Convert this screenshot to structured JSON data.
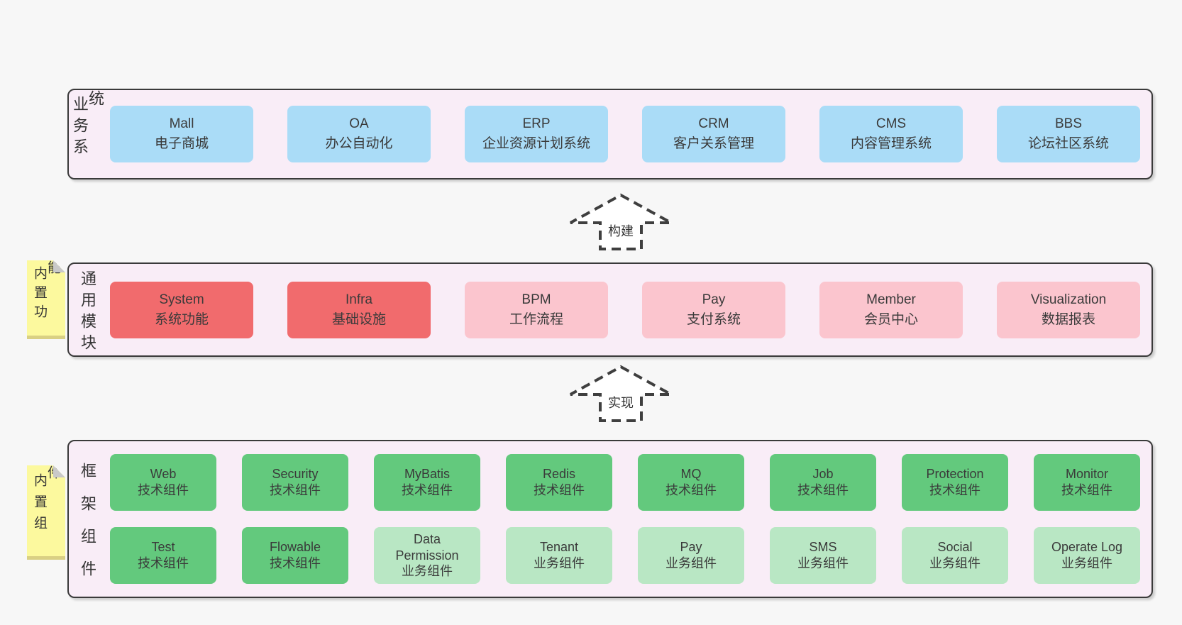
{
  "colors": {
    "page_bg": "#f7f7f7",
    "band_bg": "#f9edf7",
    "band_border": "#3a3a3a",
    "blue": "#aadcf7",
    "red": "#f16b6d",
    "pink": "#fbc5ce",
    "green": "#63c97d",
    "green_light": "#b9e7c4",
    "sticky_yellow": "#fcf99e",
    "text": "#3a3a3a"
  },
  "arrows": {
    "build": "构建",
    "implement": "实现"
  },
  "business": {
    "label": "业务系统",
    "boxes": [
      {
        "name": "Mall",
        "desc": "电子商城"
      },
      {
        "name": "OA",
        "desc": "办公自动化"
      },
      {
        "name": "ERP",
        "desc": "企业资源计划系统"
      },
      {
        "name": "CRM",
        "desc": "客户关系管理"
      },
      {
        "name": "CMS",
        "desc": "内容管理系统"
      },
      {
        "name": "BBS",
        "desc": "论坛社区系统"
      }
    ]
  },
  "modules": {
    "label": "通用模块",
    "sticky": "内置功能",
    "boxes": [
      {
        "name": "System",
        "desc": "系统功能"
      },
      {
        "name": "Infra",
        "desc": "基础设施"
      },
      {
        "name": "BPM",
        "desc": "工作流程"
      },
      {
        "name": "Pay",
        "desc": "支付系统"
      },
      {
        "name": "Member",
        "desc": "会员中心"
      },
      {
        "name": "Visualization",
        "desc": "数据报表"
      }
    ]
  },
  "components": {
    "label": "框架组件",
    "sticky": "内置组件",
    "row1": [
      {
        "name": "Web",
        "desc": "技术组件"
      },
      {
        "name": "Security",
        "desc": "技术组件"
      },
      {
        "name": "MyBatis",
        "desc": "技术组件"
      },
      {
        "name": "Redis",
        "desc": "技术组件"
      },
      {
        "name": "MQ",
        "desc": "技术组件"
      },
      {
        "name": "Job",
        "desc": "技术组件"
      },
      {
        "name": "Protection",
        "desc": "技术组件"
      },
      {
        "name": "Monitor",
        "desc": "技术组件"
      }
    ],
    "row2": [
      {
        "name": "Test",
        "desc": "技术组件"
      },
      {
        "name": "Flowable",
        "desc": "技术组件"
      },
      {
        "name": "Data Permission",
        "desc": "业务组件"
      },
      {
        "name": "Tenant",
        "desc": "业务组件"
      },
      {
        "name": "Pay",
        "desc": "业务组件"
      },
      {
        "name": "SMS",
        "desc": "业务组件"
      },
      {
        "name": "Social",
        "desc": "业务组件"
      },
      {
        "name": "Operate Log",
        "desc": "业务组件"
      }
    ]
  }
}
